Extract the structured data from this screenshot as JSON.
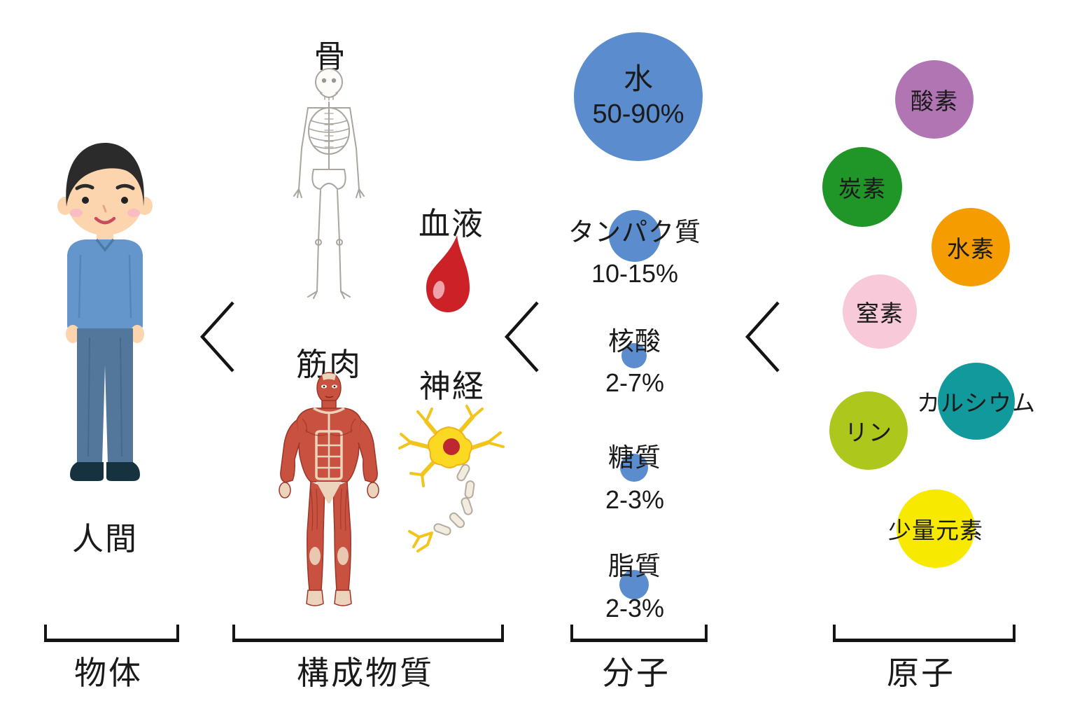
{
  "object_level": {
    "item_label": "人間",
    "bracket_label": "物体"
  },
  "materials_level": {
    "bracket_label": "構成物質",
    "bone_label": "骨",
    "blood_label": "血液",
    "muscle_label": "筋肉",
    "nerve_label": "神経"
  },
  "molecules_level": {
    "bracket_label": "分子",
    "circle_color": "#5b8cce",
    "items": [
      {
        "name": "水",
        "percent": "50-90%"
      },
      {
        "name": "タンパク質",
        "percent": "10-15%"
      },
      {
        "name": "核酸",
        "percent": "2-7%"
      },
      {
        "name": "糖質",
        "percent": "2-3%"
      },
      {
        "name": "脂質",
        "percent": "2-3%"
      }
    ]
  },
  "atoms_level": {
    "bracket_label": "原子",
    "items": [
      {
        "name": "酸素",
        "color": "#b175b3"
      },
      {
        "name": "炭素",
        "color": "#1f9627"
      },
      {
        "name": "水素",
        "color": "#f49c00"
      },
      {
        "name": "窒素",
        "color": "#f7c9d9"
      },
      {
        "name": "カルシウム",
        "color": "#12999c"
      },
      {
        "name": "リン",
        "color": "#aec71d"
      },
      {
        "name": "少量元素",
        "color": "#f7ea00"
      }
    ]
  }
}
